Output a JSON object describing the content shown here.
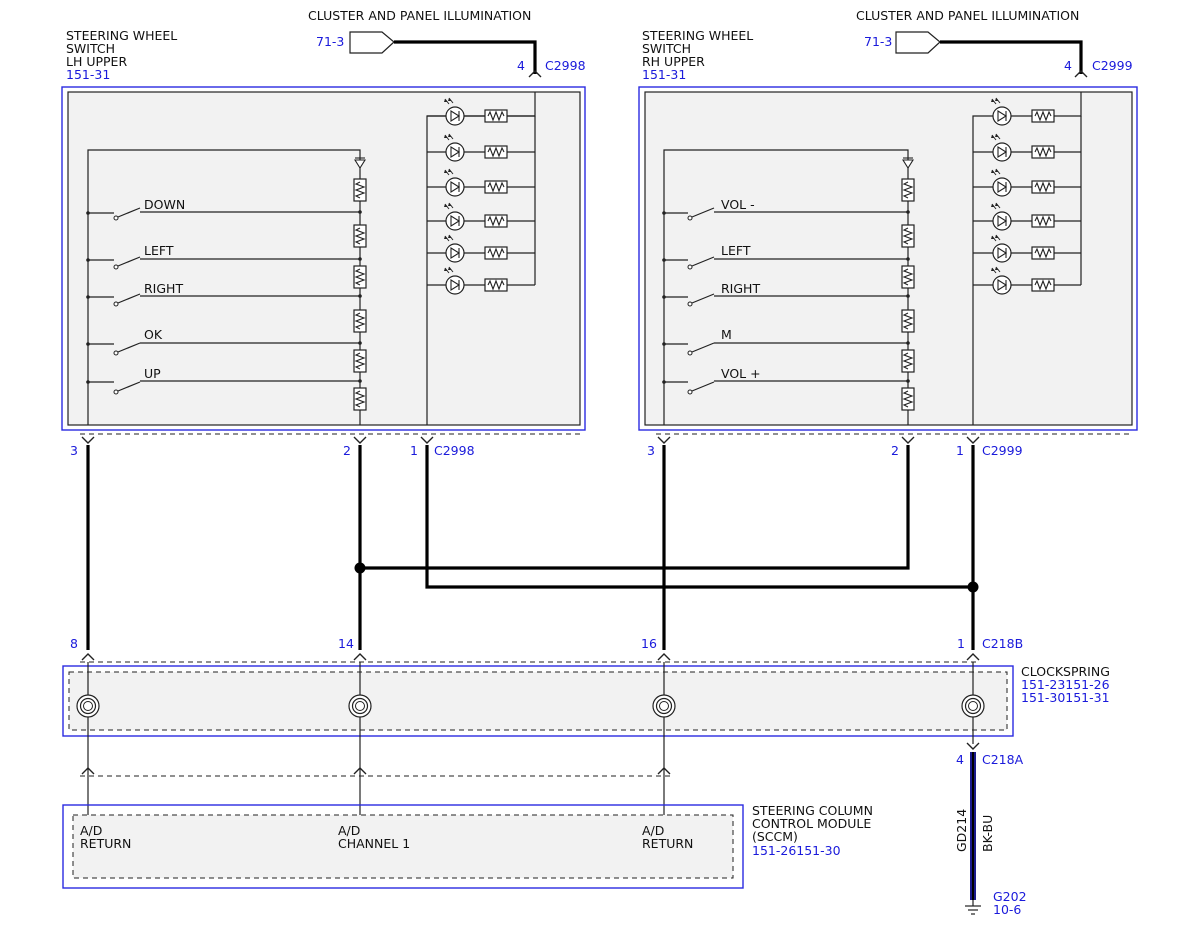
{
  "top_labels": {
    "left_illum": "CLUSTER AND PANEL ILLUMINATION",
    "right_illum": "CLUSTER AND PANEL ILLUMINATION",
    "left_ref": "71-3",
    "right_ref": "71-3"
  },
  "lh_switch": {
    "title_lines": [
      "STEERING WHEEL",
      "SWITCH",
      "LH UPPER"
    ],
    "ref": "151-31",
    "top_pin": "4",
    "top_connector": "C2998",
    "buttons": [
      "DOWN",
      "LEFT",
      "RIGHT",
      "OK",
      "UP"
    ],
    "bottom_pins": [
      "3",
      "2",
      "1"
    ],
    "bottom_connector": "C2998"
  },
  "rh_switch": {
    "title_lines": [
      "STEERING WHEEL",
      "SWITCH",
      "RH UPPER"
    ],
    "ref": "151-31",
    "top_pin": "4",
    "top_connector": "C2999",
    "buttons": [
      "VOL -",
      "LEFT",
      "RIGHT",
      "M",
      "VOL +"
    ],
    "bottom_pins": [
      "3",
      "2",
      "1"
    ],
    "bottom_connector": "C2999"
  },
  "clockspring": {
    "title": "CLOCKSPRING",
    "refs": [
      "151-23151-26",
      "151-30151-31"
    ],
    "top_pins": [
      "8",
      "14",
      "16",
      "1"
    ],
    "top_connector": "C218B",
    "bottom_pin": "4",
    "bottom_connector": "C218A"
  },
  "sccm": {
    "title_lines": [
      "STEERING COLUMN",
      "CONTROL MODULE",
      "(SCCM)"
    ],
    "ref": "151-26151-30",
    "terminals": [
      {
        "line1": "A/D",
        "line2": "RETURN"
      },
      {
        "line1": "A/D",
        "line2": "CHANNEL 1"
      },
      {
        "line1": "A/D",
        "line2": "RETURN"
      }
    ]
  },
  "ground": {
    "circuit": "GD214",
    "color": "BK-BU",
    "name": "G202",
    "ref": "10-6"
  }
}
